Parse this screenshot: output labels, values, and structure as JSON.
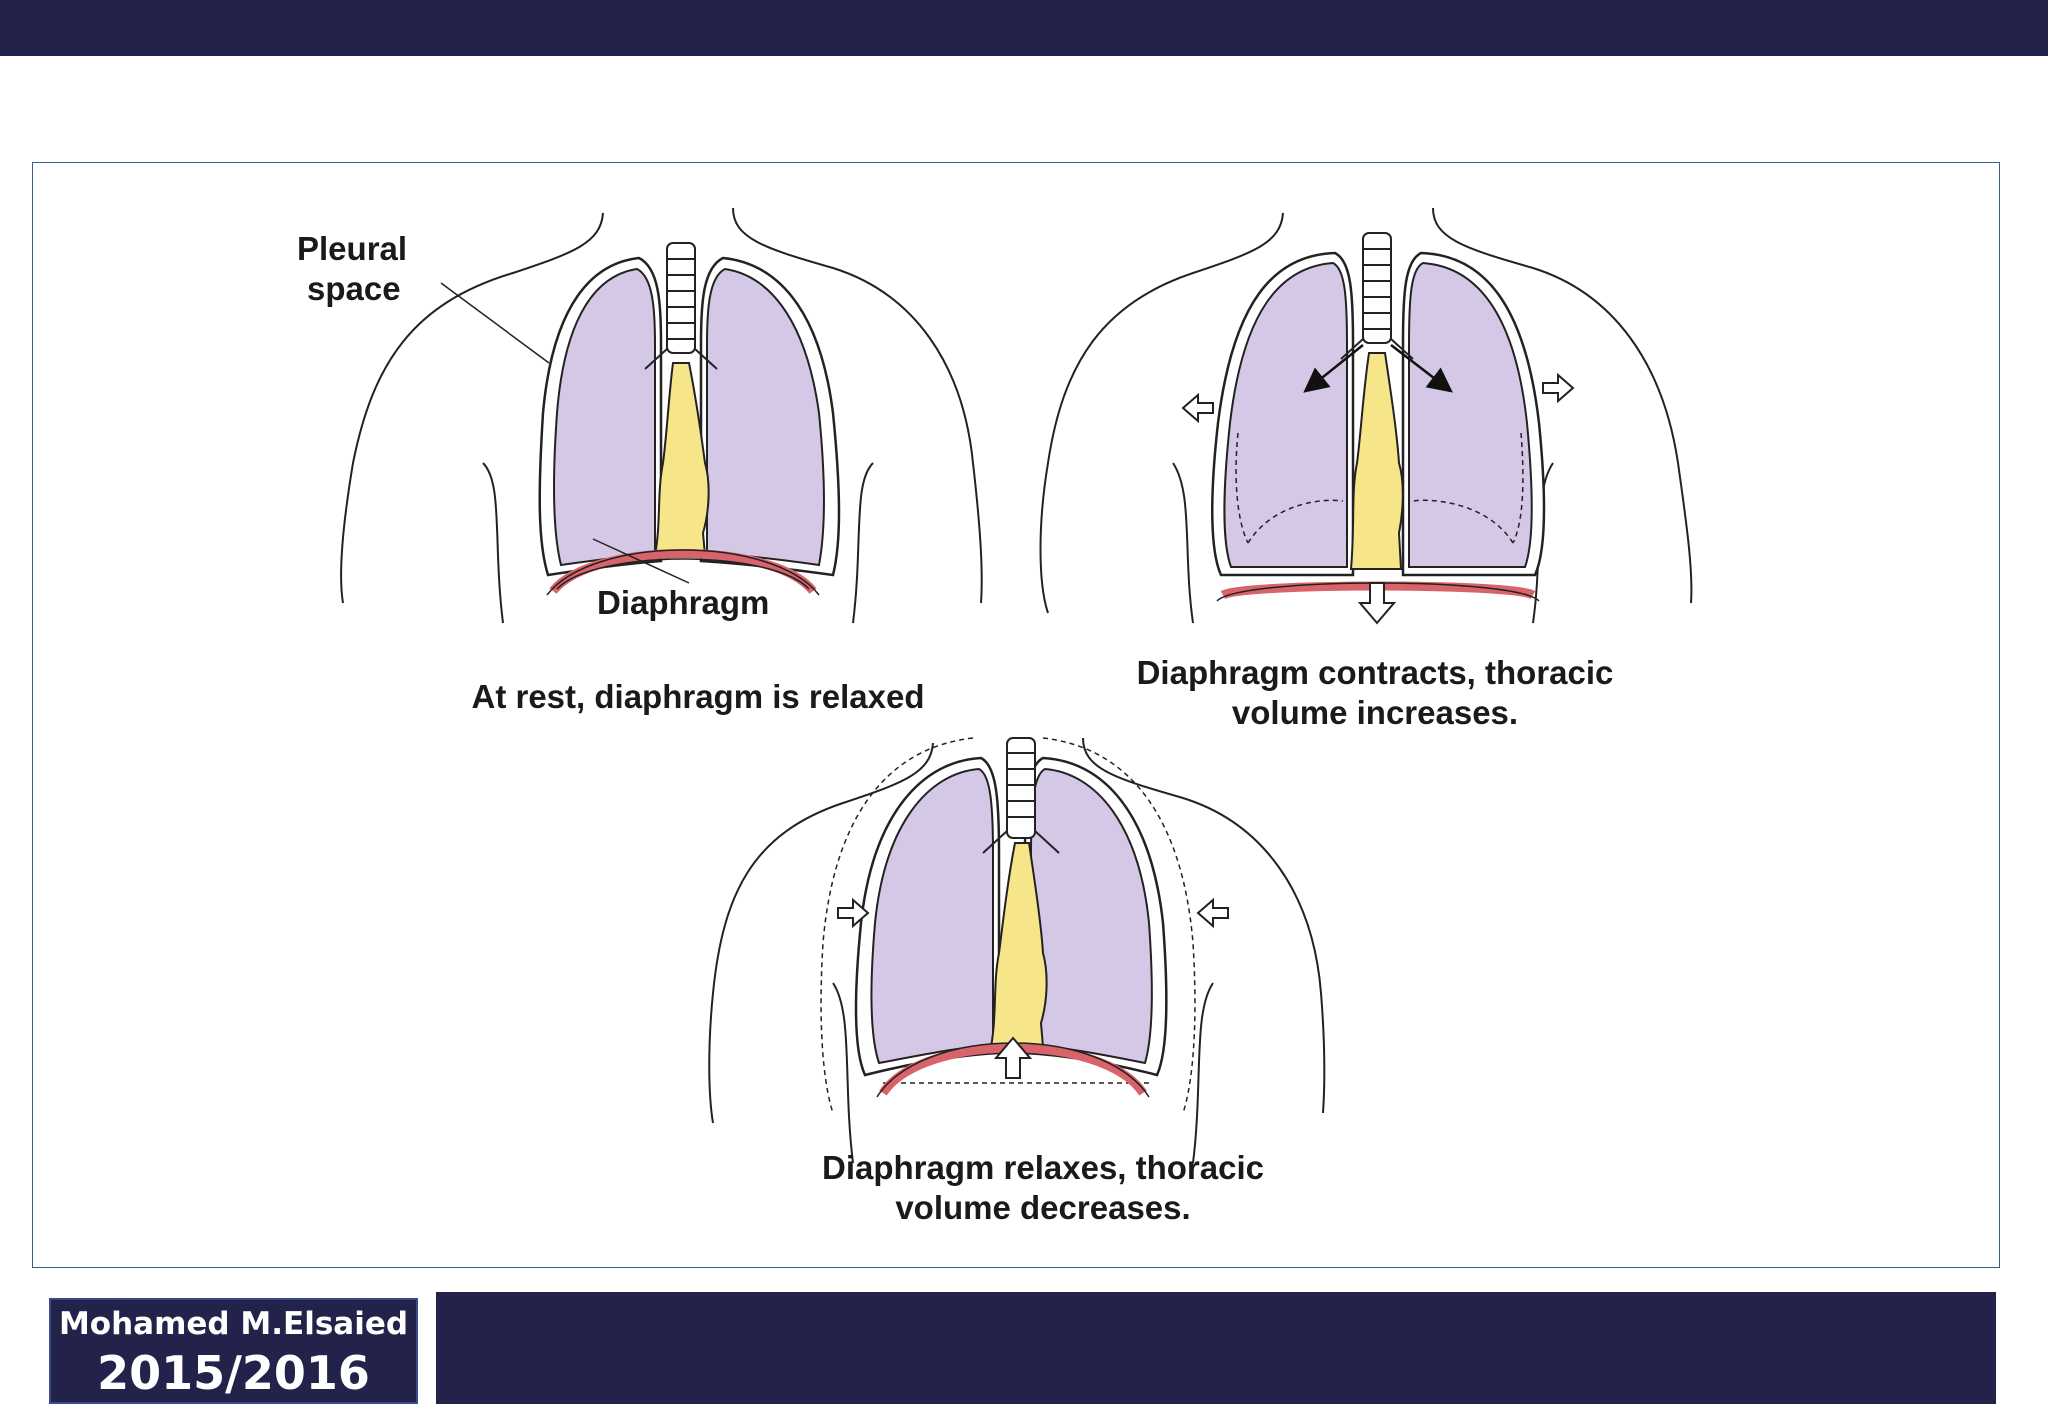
{
  "labels": {
    "pleural_space_line1": "Pleural",
    "pleural_space_line2": "space",
    "diaphragm": "Diaphragm",
    "caption_rest": "At rest, diaphragm is relaxed",
    "caption_contracts_line1": "Diaphragm contracts, thoracic",
    "caption_contracts_line2": "volume increases.",
    "caption_relaxes_line1": "Diaphragm relaxes, thoracic",
    "caption_relaxes_line2": "volume decreases."
  },
  "footer": {
    "author": "Mohamed M.Elsaied",
    "year": "2015/2016"
  },
  "colors": {
    "header_bar": "#22224a",
    "lung": "#d4c8e6",
    "trachea": "#f7e58a",
    "diaphragm": "#d9636a",
    "frame_border": "#3c5a9a"
  }
}
